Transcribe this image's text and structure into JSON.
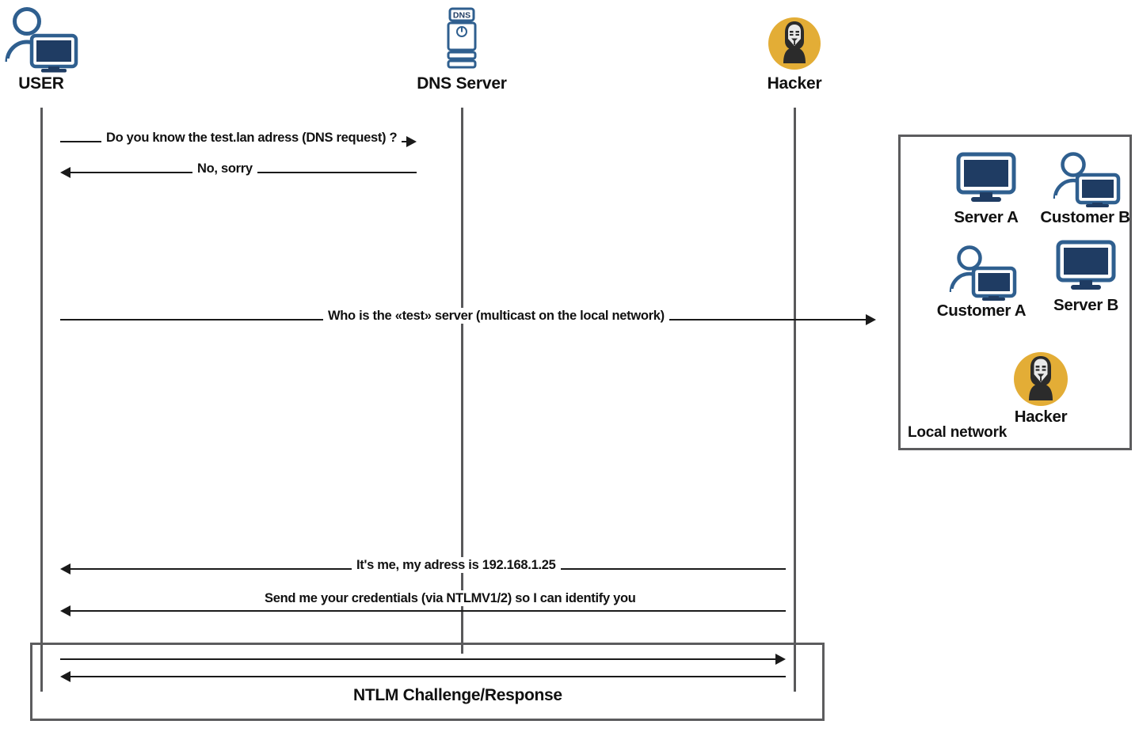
{
  "diagram": {
    "title": "NTLM relay / LLMNR-NBT-NS poisoning sequence diagram",
    "type": "sequence-diagram",
    "colors": {
      "icon_navy": "#1f3c63",
      "icon_steel": "#2f5f8f",
      "hacker_amber": "#e3ad36",
      "hacker_dark": "#2b2b2b",
      "line": "#1a1a1a",
      "lifeline": "#59595b",
      "box_border": "#5c5c5e",
      "text": "#111111"
    }
  },
  "actors": [
    {
      "id": "user",
      "label": "USER",
      "icon": "user-computer-icon"
    },
    {
      "id": "dns",
      "label": "DNS Server",
      "icon": "dns-server-icon",
      "badge": "DNS"
    },
    {
      "id": "hacker",
      "label": "Hacker",
      "icon": "hacker-avatar-icon"
    }
  ],
  "messages": [
    {
      "id": "m1",
      "label": "Do you know the test.lan adress (DNS request) ?",
      "from": "user",
      "to": "dns",
      "direction": "right"
    },
    {
      "id": "m2",
      "label": "No, sorry",
      "from": "dns",
      "to": "user",
      "direction": "left"
    },
    {
      "id": "m3",
      "label": "Who is the «test» server (multicast on the local network)",
      "from": "user",
      "to": "hacker",
      "direction": "right"
    },
    {
      "id": "m4",
      "label": "It's me, my adress is 192.168.1.25",
      "from": "hacker",
      "to": "user",
      "direction": "left"
    },
    {
      "id": "m5",
      "label": "Send me your credentials (via NTLMV1/2) so I can identify you",
      "from": "hacker",
      "to": "user",
      "direction": "left"
    }
  ],
  "fragment": {
    "label": "NTLM Challenge/Response",
    "arrows": [
      {
        "id": "f1",
        "direction": "right"
      },
      {
        "id": "f2",
        "direction": "left"
      }
    ]
  },
  "local_network": {
    "caption": "Local network",
    "nodes": [
      {
        "id": "server-a",
        "label": "Server A",
        "icon": "monitor-icon"
      },
      {
        "id": "customer-b",
        "label": "Customer B",
        "icon": "user-computer-icon"
      },
      {
        "id": "customer-a",
        "label": "Customer A",
        "icon": "user-computer-icon"
      },
      {
        "id": "server-b",
        "label": "Server B",
        "icon": "monitor-icon"
      },
      {
        "id": "hacker-ln",
        "label": "Hacker",
        "icon": "hacker-avatar-icon"
      }
    ]
  }
}
